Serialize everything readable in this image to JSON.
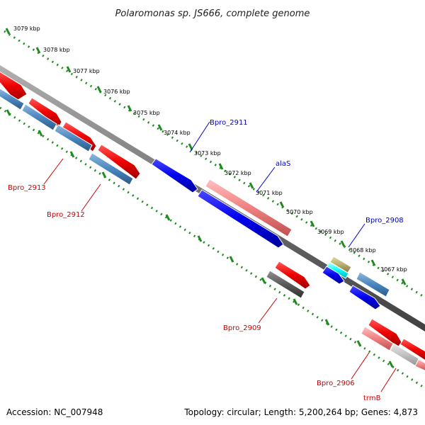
{
  "title": "Polaromonas sp. JS666, complete genome",
  "footer": {
    "accession": "Accession: NC_007948",
    "stats": "Topology: circular; Length: 5,200,264 bp; Genes: 4,873"
  },
  "colors": {
    "ruler_dots": "#1f8a1f",
    "backbone": "#808080",
    "gene_red": "#ee0000",
    "gene_steelblue": "#4a86c0",
    "gene_blue": "#0000ee",
    "gene_pink": "#f08080",
    "gene_gray": "#5a5a5a",
    "gene_lightgray": "#c0c0c0",
    "gene_cyan": "#00ffff",
    "gene_khaki": "#b8b070",
    "label_red": "#cc0000",
    "label_blue": "#0000cc"
  },
  "ruler_labels": [
    "3079 kbp",
    "3078 kbp",
    "3077 kbp",
    "3076 kbp",
    "3075 kbp",
    "3074 kbp",
    "3073 kbp",
    "3072 kbp",
    "3071 kbp",
    "3070 kbp",
    "3069 kbp",
    "3068 kbp",
    "3067 kbp"
  ],
  "gene_labels": {
    "bpro_2911": "Bpro_2911",
    "alas": "alaS",
    "bpro_2908": "Bpro_2908",
    "bpro_2913": "Bpro_2913",
    "bpro_2912": "Bpro_2912",
    "bpro_2909": "Bpro_2909",
    "bpro_2906": "Bpro_2906",
    "trmb": "trmB"
  }
}
